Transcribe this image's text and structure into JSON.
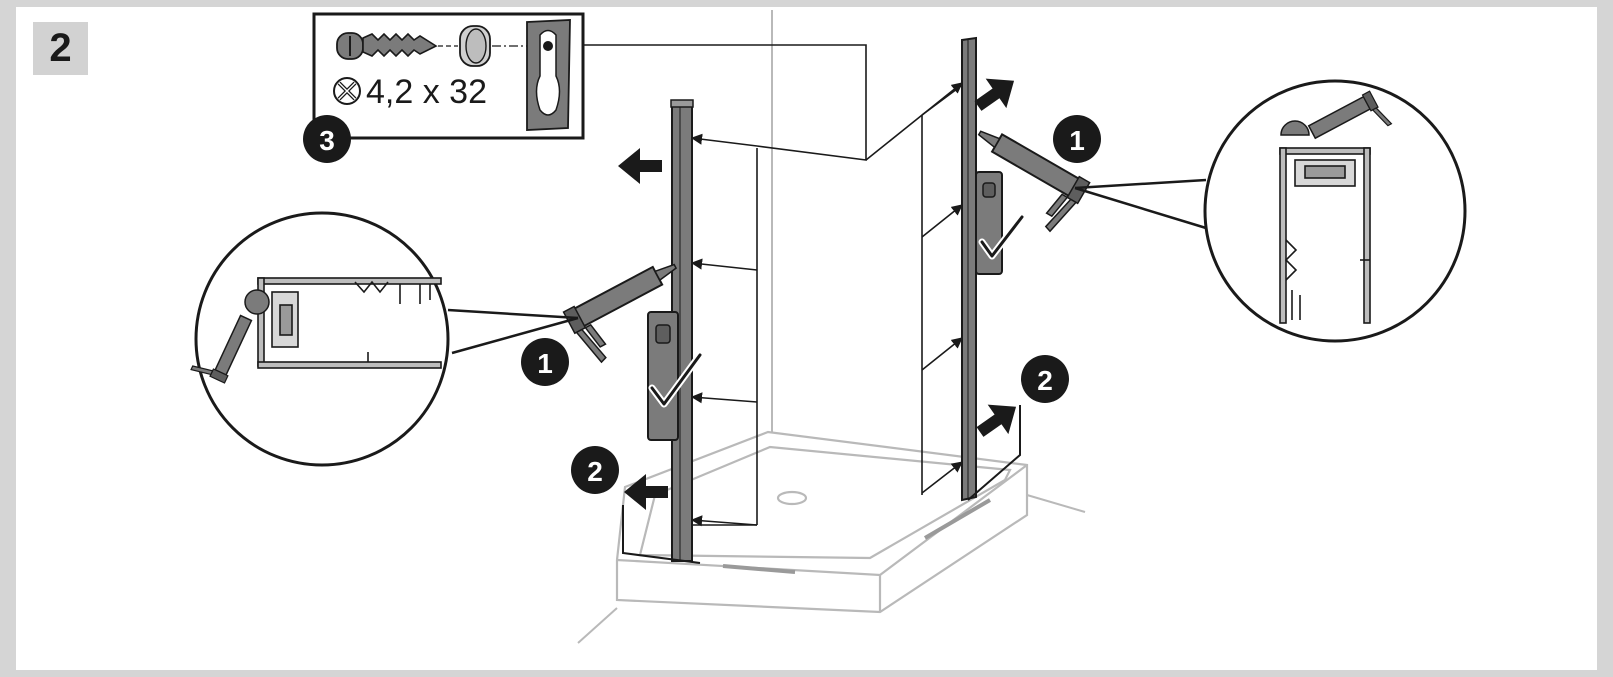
{
  "step": {
    "number": "2"
  },
  "screw": {
    "size_label": "4,2 x 32"
  },
  "callouts": {
    "sealant": "1",
    "push": "2",
    "fix": "3"
  },
  "colors": {
    "ink": "#1a1a1a",
    "part_gray": "#7b7b7b",
    "light_line": "#b9b9b9",
    "badge_bg": "#d2d2d2",
    "page_bg": "#d5d5d5"
  }
}
